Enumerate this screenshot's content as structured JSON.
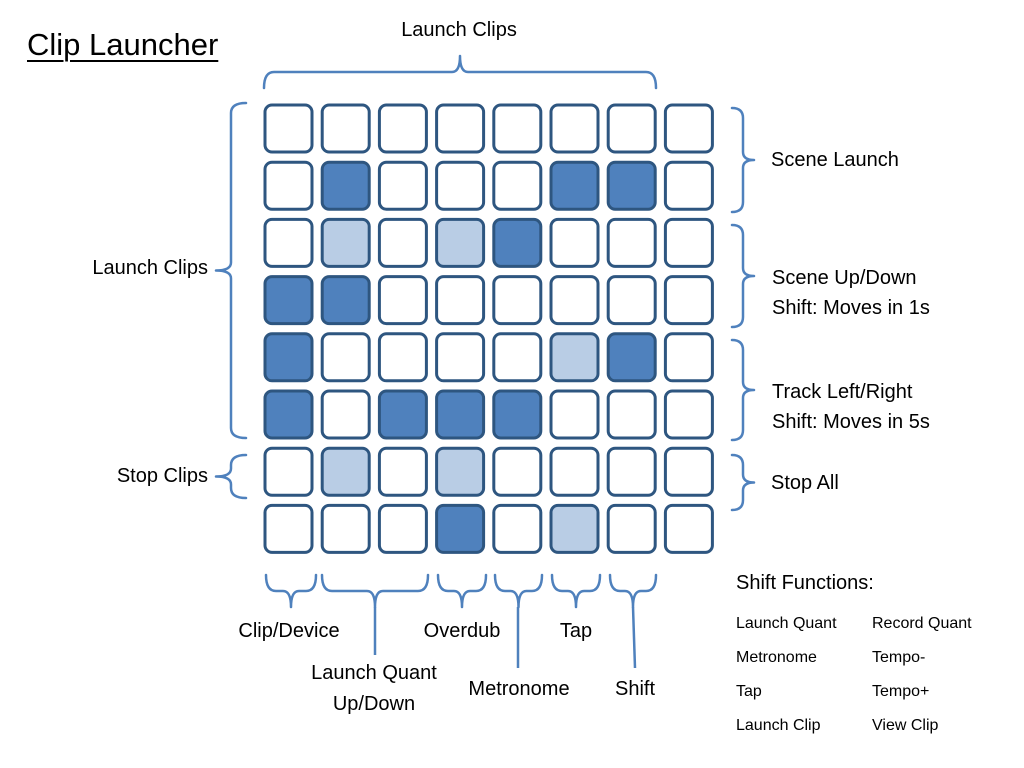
{
  "title": "Clip Launcher",
  "colors": {
    "outline": "#2e5680",
    "brace": "#4f81bd",
    "pad_off": "#ffffff",
    "pad_lit": "#4f81bd",
    "pad_dim": "#b9cde5"
  },
  "grid": {
    "rows": 8,
    "cols": 8,
    "pads": [
      [
        "off",
        "off",
        "off",
        "off",
        "off",
        "off",
        "off",
        "off"
      ],
      [
        "off",
        "lit",
        "off",
        "off",
        "off",
        "lit",
        "lit",
        "off"
      ],
      [
        "off",
        "dim",
        "off",
        "dim",
        "lit",
        "off",
        "off",
        "off"
      ],
      [
        "lit",
        "lit",
        "off",
        "off",
        "off",
        "off",
        "off",
        "off"
      ],
      [
        "lit",
        "off",
        "off",
        "off",
        "off",
        "dim",
        "lit",
        "off"
      ],
      [
        "lit",
        "off",
        "lit",
        "lit",
        "lit",
        "off",
        "off",
        "off"
      ],
      [
        "off",
        "dim",
        "off",
        "dim",
        "off",
        "off",
        "off",
        "off"
      ],
      [
        "off",
        "off",
        "off",
        "lit",
        "off",
        "dim",
        "off",
        "off"
      ]
    ]
  },
  "labels": {
    "top": "Launch Clips",
    "left_launch": "Launch Clips",
    "left_stop": "Stop Clips",
    "scene_launch": "Scene Launch",
    "scene_updown": [
      "Scene Up/Down",
      "Shift: Moves in 1s"
    ],
    "track_lr": [
      "Track Left/Right",
      "Shift: Moves in 5s"
    ],
    "stop_all": "Stop All",
    "clip_device": "Clip/Device",
    "launch_quant": [
      "Launch Quant",
      "Up/Down"
    ],
    "overdub": "Overdub",
    "metronome": "Metronome",
    "tap": "Tap",
    "shift": "Shift"
  },
  "shift_functions": {
    "heading": "Shift Functions:",
    "items": [
      [
        "Launch Quant",
        "Record Quant"
      ],
      [
        "Metronome",
        "Tempo-"
      ],
      [
        "Tap",
        "Tempo+"
      ],
      [
        "Launch Clip",
        "View Clip"
      ]
    ]
  }
}
